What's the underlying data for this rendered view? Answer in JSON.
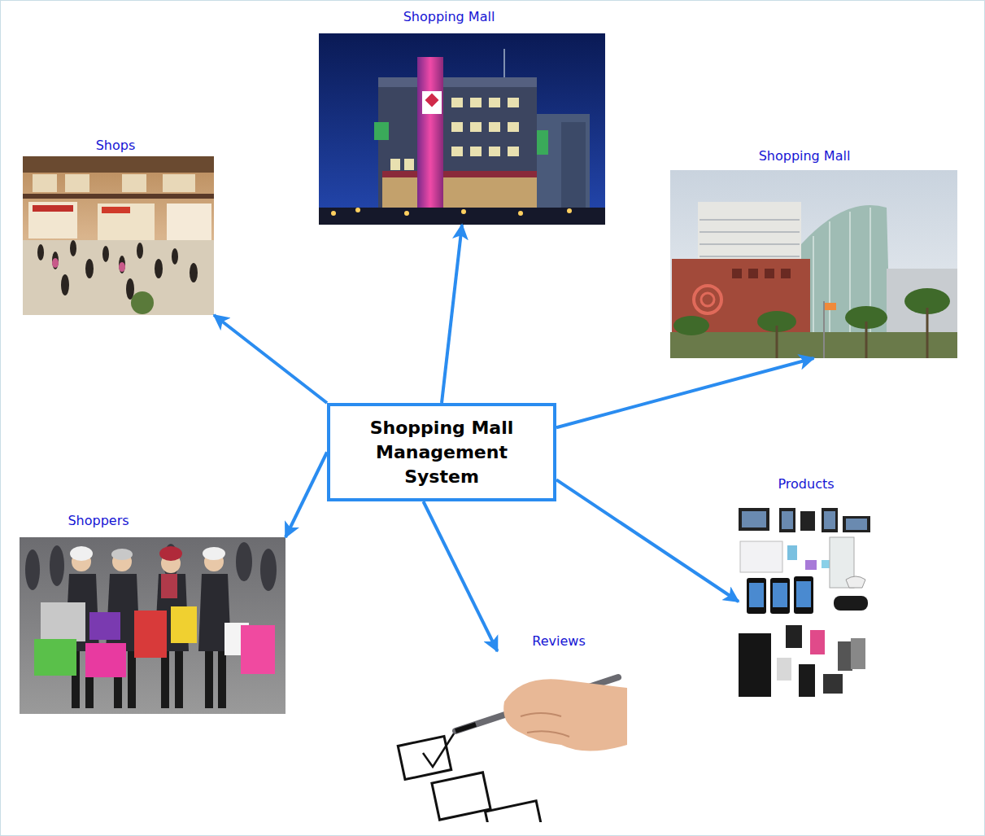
{
  "diagram": {
    "nodes": [
      {
        "text": [
          "Shopping Mall"
        ]
      },
      {
        "text": [
          "Shops"
        ]
      },
      {
        "text": [
          "Shopping Mall"
        ]
      },
      {
        "text": [
          "Shopping Mall Management System"
        ]
      },
      {
        "text": [
          "Products"
        ]
      },
      {
        "text": [
          "Shoppers"
        ]
      },
      {
        "text": [
          "Reviews"
        ]
      }
    ],
    "edges": [
      {
        "from": 3,
        "to": 0,
        "arrow": "to"
      },
      {
        "from": 3,
        "to": 1,
        "arrow": "to"
      },
      {
        "from": 3,
        "to": 2,
        "arrow": "to"
      },
      {
        "from": 3,
        "to": 4,
        "arrow": "to"
      },
      {
        "from": 3,
        "to": 5,
        "arrow": "to"
      },
      {
        "from": 3,
        "to": 6,
        "arrow": "to"
      }
    ]
  }
}
